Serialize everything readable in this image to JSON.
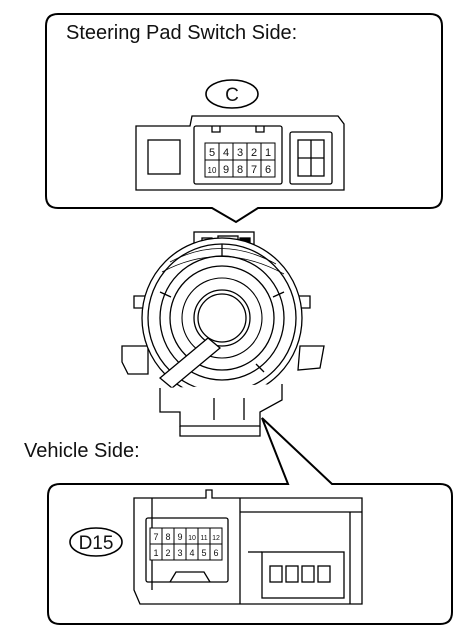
{
  "steering_pad": {
    "title": "Steering Pad Switch Side:",
    "connector_id": "C",
    "pins_top": [
      "5",
      "4",
      "3",
      "2",
      "1"
    ],
    "pins_bottom": [
      "10",
      "9",
      "8",
      "7",
      "6"
    ]
  },
  "vehicle": {
    "title": "Vehicle Side:",
    "connector_id": "D15",
    "pins_top": [
      "7",
      "8",
      "9",
      "10",
      "11",
      "12"
    ],
    "pins_bottom": [
      "1",
      "2",
      "3",
      "4",
      "5",
      "6"
    ]
  }
}
